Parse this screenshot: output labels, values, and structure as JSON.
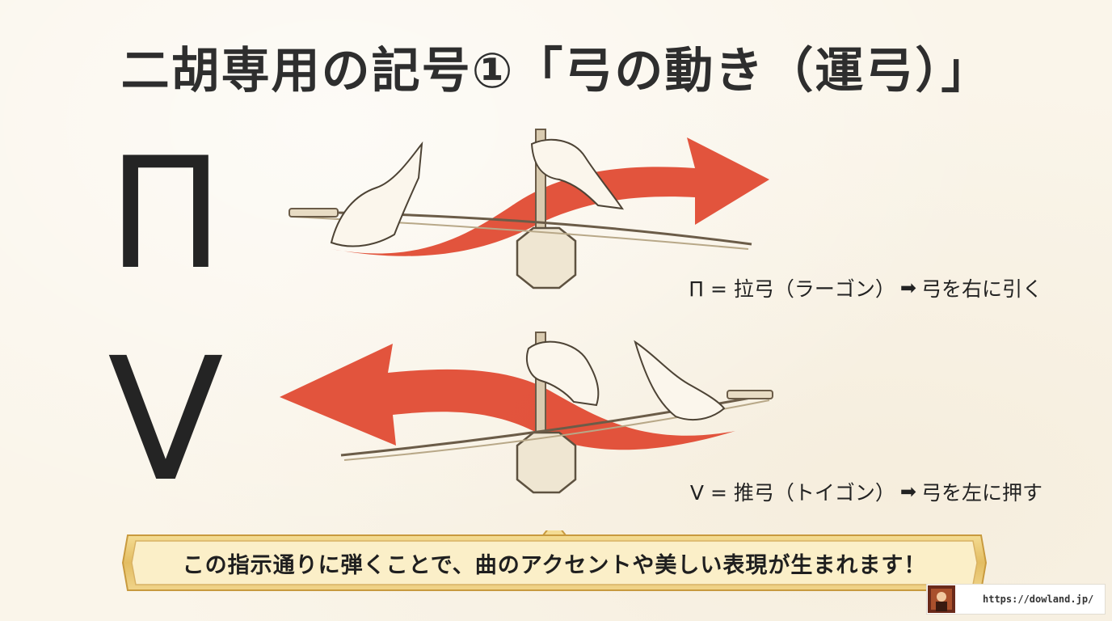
{
  "title": "二胡専用の記号①「弓の動き（運弓）」",
  "rows": [
    {
      "symbol": "Π",
      "caption_prefix": "Π = 拉弓（ラーゴン）",
      "arrow_icon": "➡",
      "caption_suffix": "弓を右に引く",
      "direction": "right"
    },
    {
      "symbol": "V",
      "caption_prefix": "V = 推弓（トイゴン）",
      "arrow_icon": "➡",
      "caption_suffix": "弓を左に押す",
      "direction": "left"
    }
  ],
  "banner": {
    "text": "この指示通りに弾くことで、曲のアクセントや美しい表現が生まれます！"
  },
  "watermark": {
    "url": "https://dowland.jp/"
  },
  "colors": {
    "background": "#faf5ea",
    "accent_red": "#e0452e",
    "banner_gold": "#e7c878",
    "banner_fill": "#fbefc8",
    "ink": "#2b2b2b"
  }
}
